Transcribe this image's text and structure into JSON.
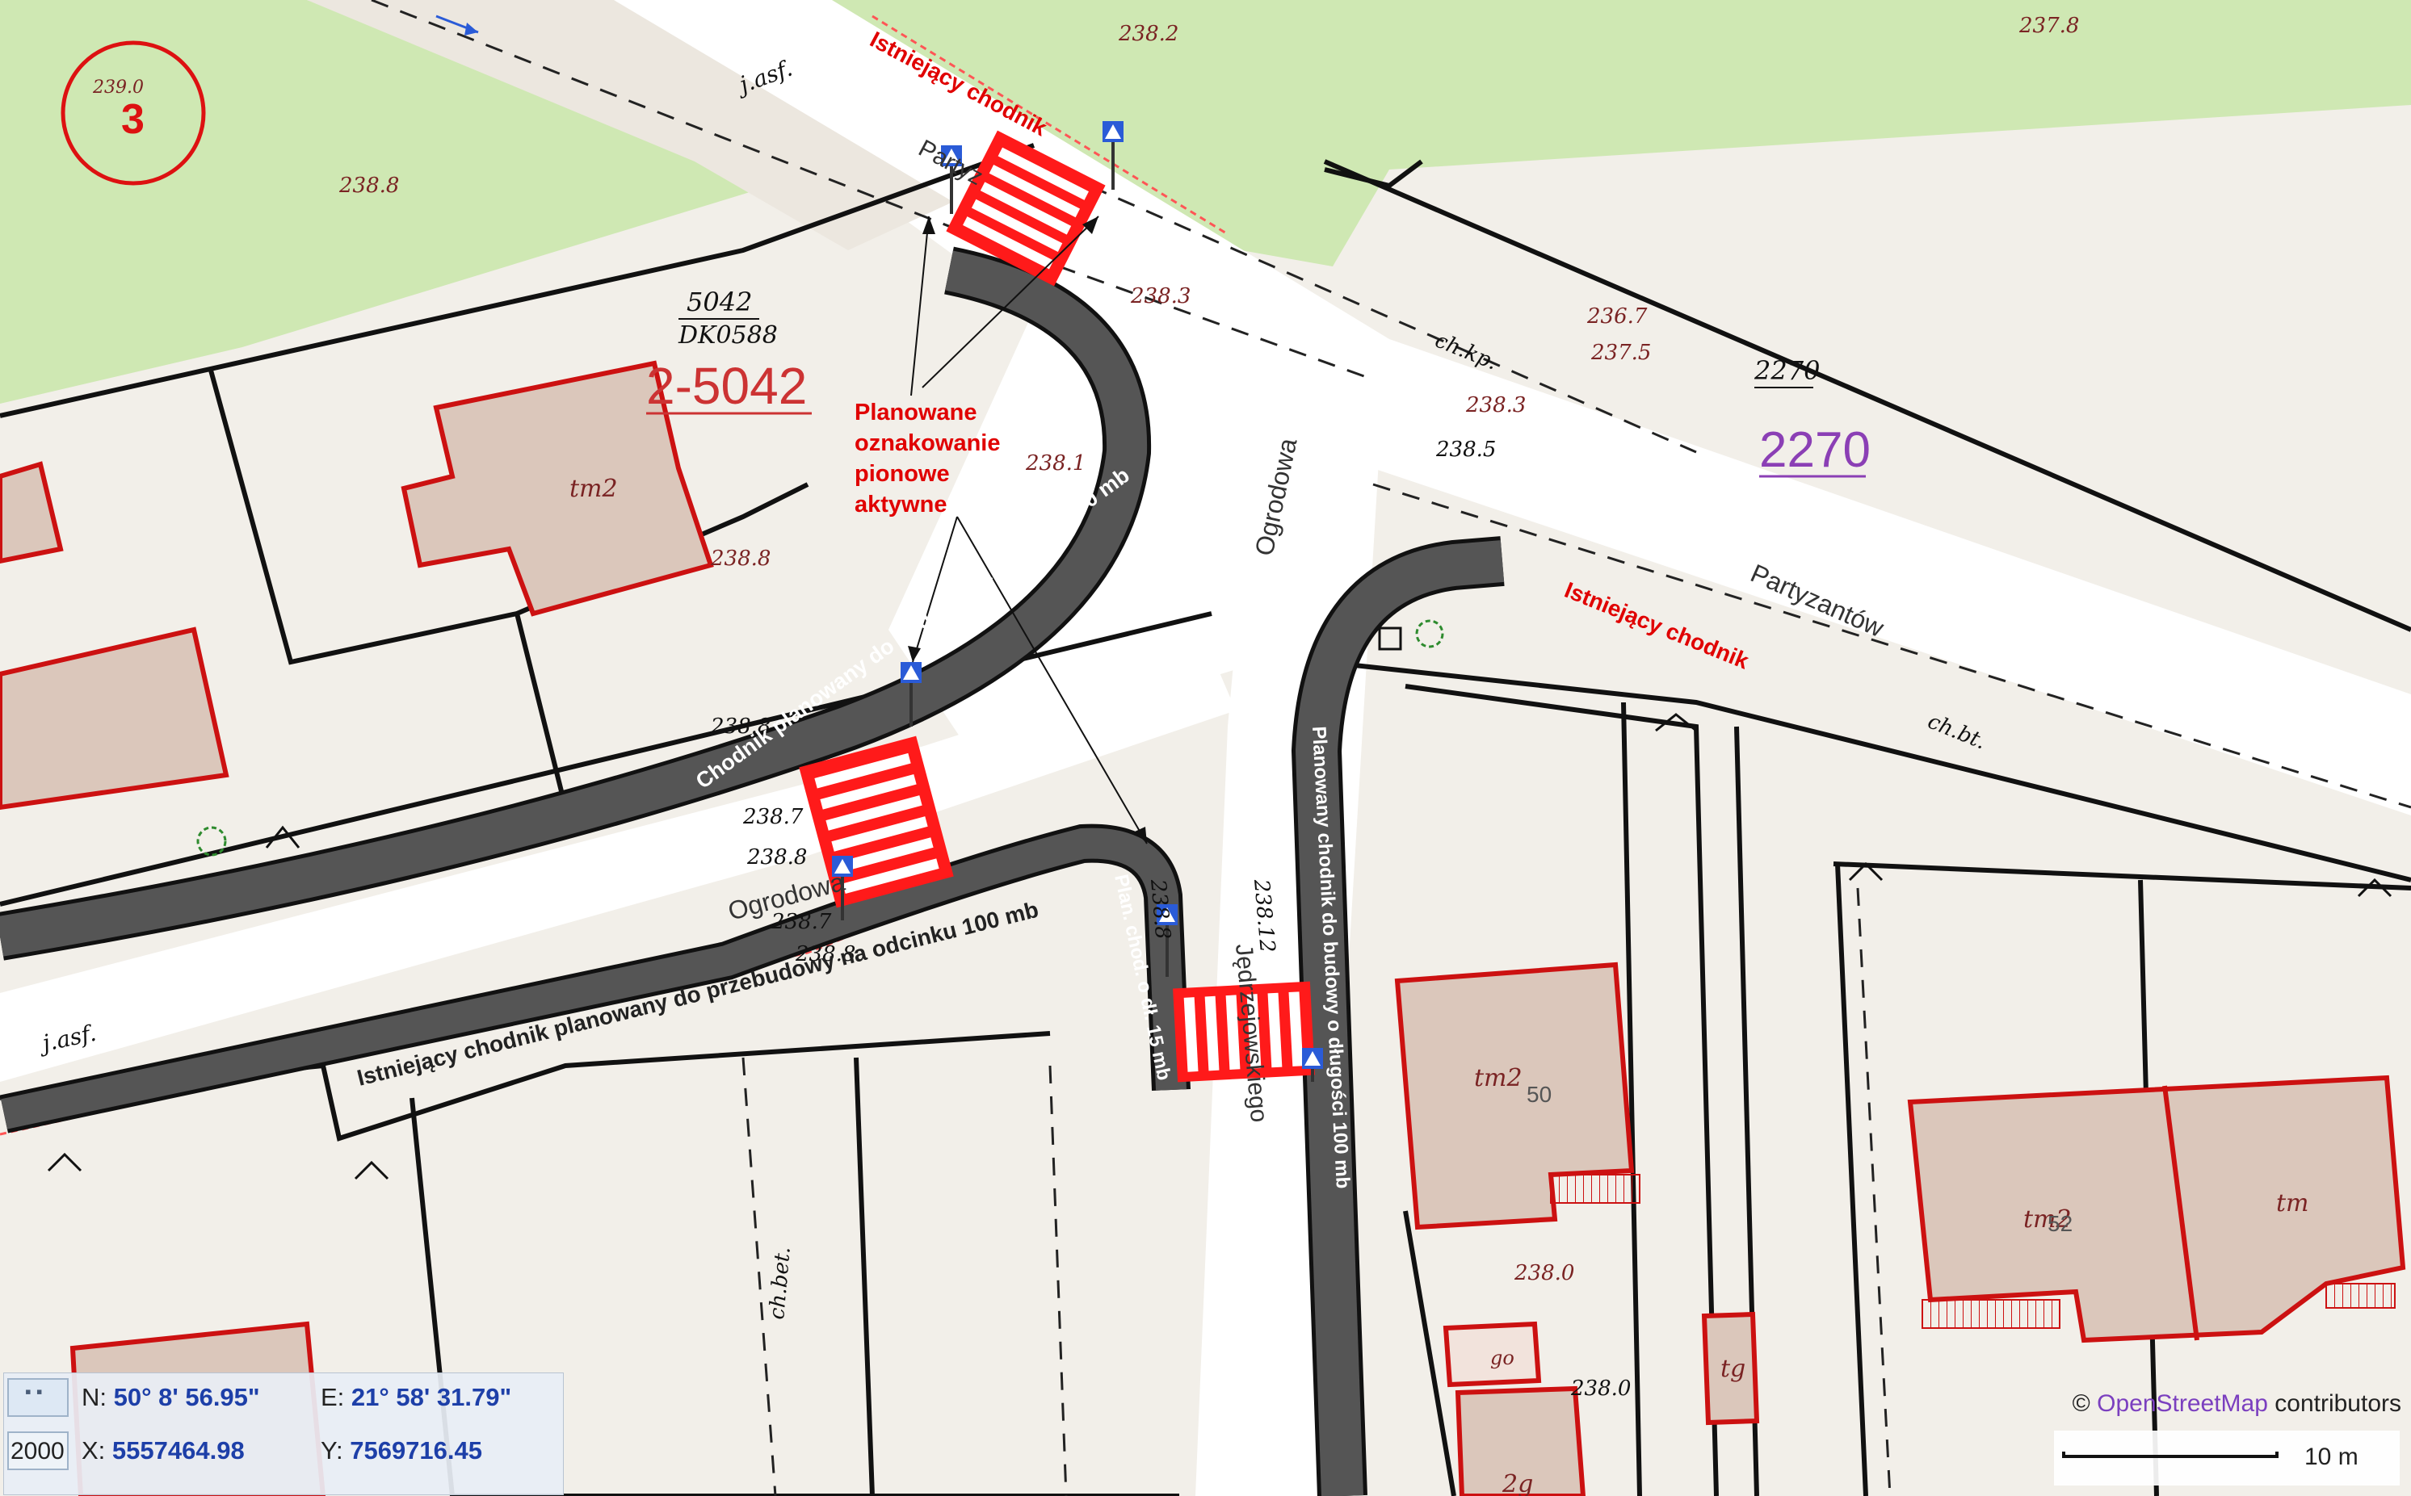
{
  "map": {
    "badge": "3",
    "badge_elevation": "239.0",
    "parcels": [
      "5042",
      "DK0588",
      "2-5042",
      "2270",
      "2270"
    ],
    "elevations": [
      "238.2",
      "237.8",
      "238.8",
      "238.3",
      "238.1",
      "238.8",
      "236.7",
      "237.5",
      "238.3",
      "238.5",
      "238.8",
      "238.7",
      "238.8",
      "238.7",
      "238.8",
      "238.0",
      "238.0",
      "238.12",
      "238.8"
    ],
    "building_codes": [
      "tm2",
      "tm2",
      "50",
      "tm2",
      "52",
      "tm",
      "tg",
      "go",
      "2g"
    ],
    "surface_labels": [
      "j.asf.",
      "j.asf.",
      "ch.kp.",
      "ch.bt.",
      "ch.bet."
    ],
    "streets": [
      "Partyzantów",
      "Ogrodowa",
      "Ogrodowa",
      "Partyz",
      "Jędrzejowskiego"
    ],
    "sidewalks": [
      "Chodnik planowany do budowy na odcinku 100 mb",
      "Istniejący chodnik planowany do przebudowy na odcinku 100 mb",
      "Plan. chod. o dł. 15 mb",
      "Planowany chodnik do budowy o długości 100 mb"
    ],
    "annotations": {
      "existing_top": "Istniejący chodnik",
      "existing_right": "Istniejący chodnik",
      "planned_signs": [
        "Planowane",
        "oznakowanie",
        "pionowe",
        "aktywne"
      ]
    },
    "colors": {
      "crossing_red": "#ff1a1a",
      "sidewalk_gray": "#555555",
      "parcel_red": "#cc1111",
      "grass": "#cfe8b3"
    }
  },
  "coordinates": {
    "n_label": "N:",
    "n_value": "50° 8' 56.95\"",
    "e_label": "E:",
    "e_value": "21° 58' 31.79\"",
    "x_label": "X:",
    "x_value": "5557464.98",
    "y_label": "Y:",
    "y_value": "7569716.45",
    "epsg_code": "2000"
  },
  "attribution": {
    "prefix": "© ",
    "link": "OpenStreetMap",
    "suffix": " contributors"
  },
  "scale": {
    "label": "10 m"
  }
}
